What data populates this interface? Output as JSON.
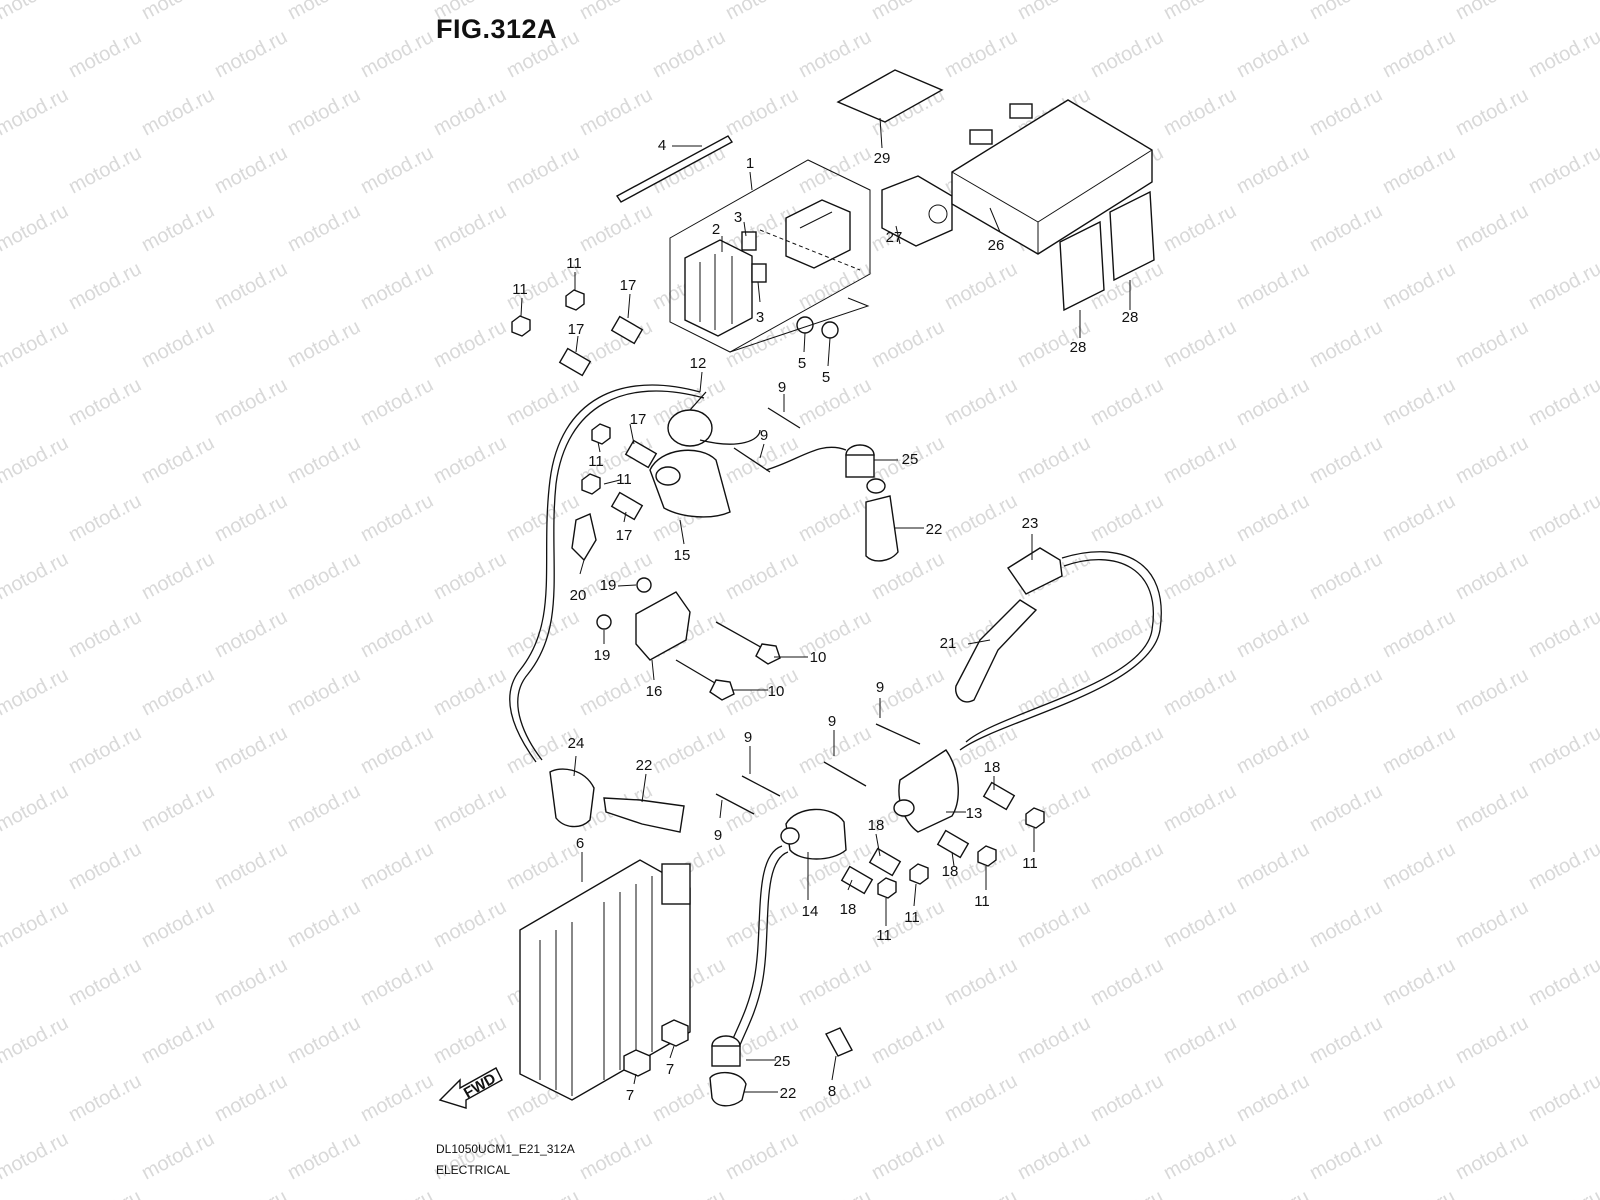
{
  "figure": {
    "title": "FIG.312A",
    "model_code": "DL1050UCM1_E21_312A",
    "section_name": "ELECTRICAL",
    "watermark_text": "motod.ru",
    "fwd_label": "FWD"
  },
  "callouts": [
    {
      "id": "c1",
      "label": "1"
    },
    {
      "id": "c2",
      "label": "2"
    },
    {
      "id": "c3a",
      "label": "3"
    },
    {
      "id": "c3b",
      "label": "3"
    },
    {
      "id": "c4",
      "label": "4"
    },
    {
      "id": "c5a",
      "label": "5"
    },
    {
      "id": "c5b",
      "label": "5"
    },
    {
      "id": "c6",
      "label": "6"
    },
    {
      "id": "c7a",
      "label": "7"
    },
    {
      "id": "c7b",
      "label": "7"
    },
    {
      "id": "c8",
      "label": "8"
    },
    {
      "id": "c9a",
      "label": "9"
    },
    {
      "id": "c9b",
      "label": "9"
    },
    {
      "id": "c9c",
      "label": "9"
    },
    {
      "id": "c9d",
      "label": "9"
    },
    {
      "id": "c9e",
      "label": "9"
    },
    {
      "id": "c9f",
      "label": "9"
    },
    {
      "id": "c10a",
      "label": "10"
    },
    {
      "id": "c10b",
      "label": "10"
    },
    {
      "id": "c11a",
      "label": "11"
    },
    {
      "id": "c11b",
      "label": "11"
    },
    {
      "id": "c11c",
      "label": "11"
    },
    {
      "id": "c11d",
      "label": "11"
    },
    {
      "id": "c11e",
      "label": "11"
    },
    {
      "id": "c11f",
      "label": "11"
    },
    {
      "id": "c11g",
      "label": "11"
    },
    {
      "id": "c11h",
      "label": "11"
    },
    {
      "id": "c12",
      "label": "12"
    },
    {
      "id": "c13",
      "label": "13"
    },
    {
      "id": "c14",
      "label": "14"
    },
    {
      "id": "c15",
      "label": "15"
    },
    {
      "id": "c16",
      "label": "16"
    },
    {
      "id": "c17a",
      "label": "17"
    },
    {
      "id": "c17b",
      "label": "17"
    },
    {
      "id": "c17c",
      "label": "17"
    },
    {
      "id": "c17d",
      "label": "17"
    },
    {
      "id": "c18a",
      "label": "18"
    },
    {
      "id": "c18b",
      "label": "18"
    },
    {
      "id": "c18c",
      "label": "18"
    },
    {
      "id": "c18d",
      "label": "18"
    },
    {
      "id": "c19a",
      "label": "19"
    },
    {
      "id": "c19b",
      "label": "19"
    },
    {
      "id": "c20",
      "label": "20"
    },
    {
      "id": "c21",
      "label": "21"
    },
    {
      "id": "c22a",
      "label": "22"
    },
    {
      "id": "c22b",
      "label": "22"
    },
    {
      "id": "c22c",
      "label": "22"
    },
    {
      "id": "c23",
      "label": "23"
    },
    {
      "id": "c24",
      "label": "24"
    },
    {
      "id": "c25a",
      "label": "25"
    },
    {
      "id": "c25b",
      "label": "25"
    },
    {
      "id": "c26",
      "label": "26"
    },
    {
      "id": "c27",
      "label": "27"
    },
    {
      "id": "c28a",
      "label": "28"
    },
    {
      "id": "c28b",
      "label": "28"
    },
    {
      "id": "c29",
      "label": "29"
    }
  ]
}
